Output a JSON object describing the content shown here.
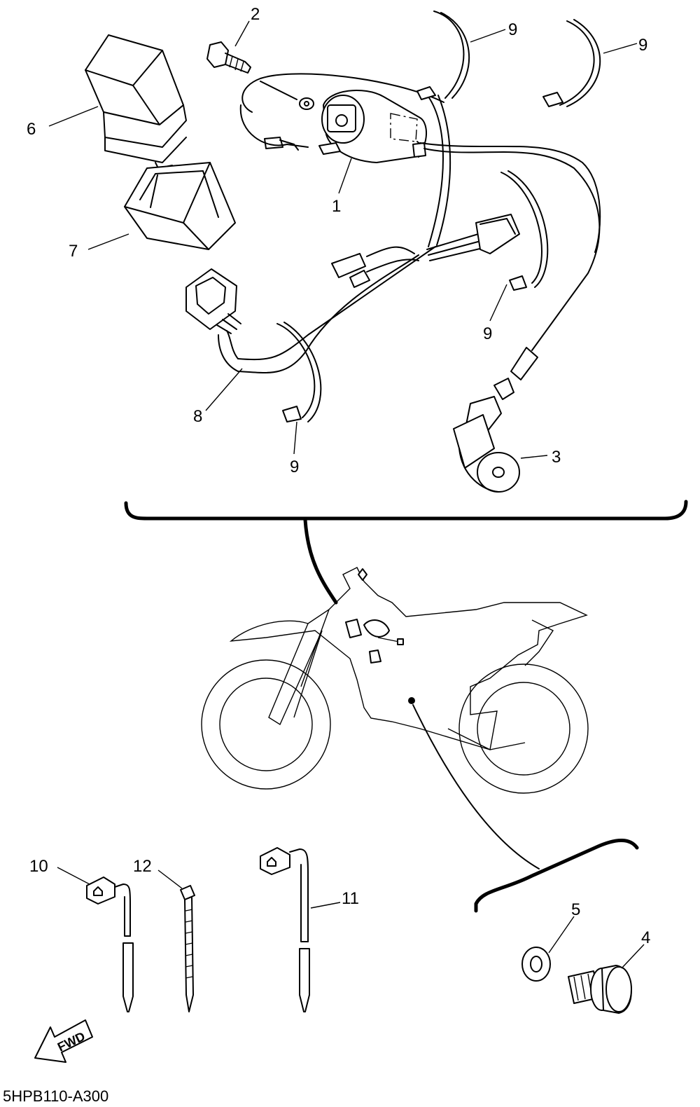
{
  "diagram": {
    "code": "5HPB110-A300",
    "fwd_label": "FWD",
    "callouts": [
      {
        "id": "c1",
        "text": "1"
      },
      {
        "id": "c2",
        "text": "2"
      },
      {
        "id": "c3",
        "text": "3"
      },
      {
        "id": "c4",
        "text": "4"
      },
      {
        "id": "c5",
        "text": "5"
      },
      {
        "id": "c6",
        "text": "6"
      },
      {
        "id": "c7",
        "text": "7"
      },
      {
        "id": "c8",
        "text": "8"
      },
      {
        "id": "c9a",
        "text": "9"
      },
      {
        "id": "c9b",
        "text": "9"
      },
      {
        "id": "c9c",
        "text": "9"
      },
      {
        "id": "c9d",
        "text": "9"
      },
      {
        "id": "c10",
        "text": "10"
      },
      {
        "id": "c11",
        "text": "11"
      },
      {
        "id": "c12",
        "text": "12"
      }
    ]
  }
}
